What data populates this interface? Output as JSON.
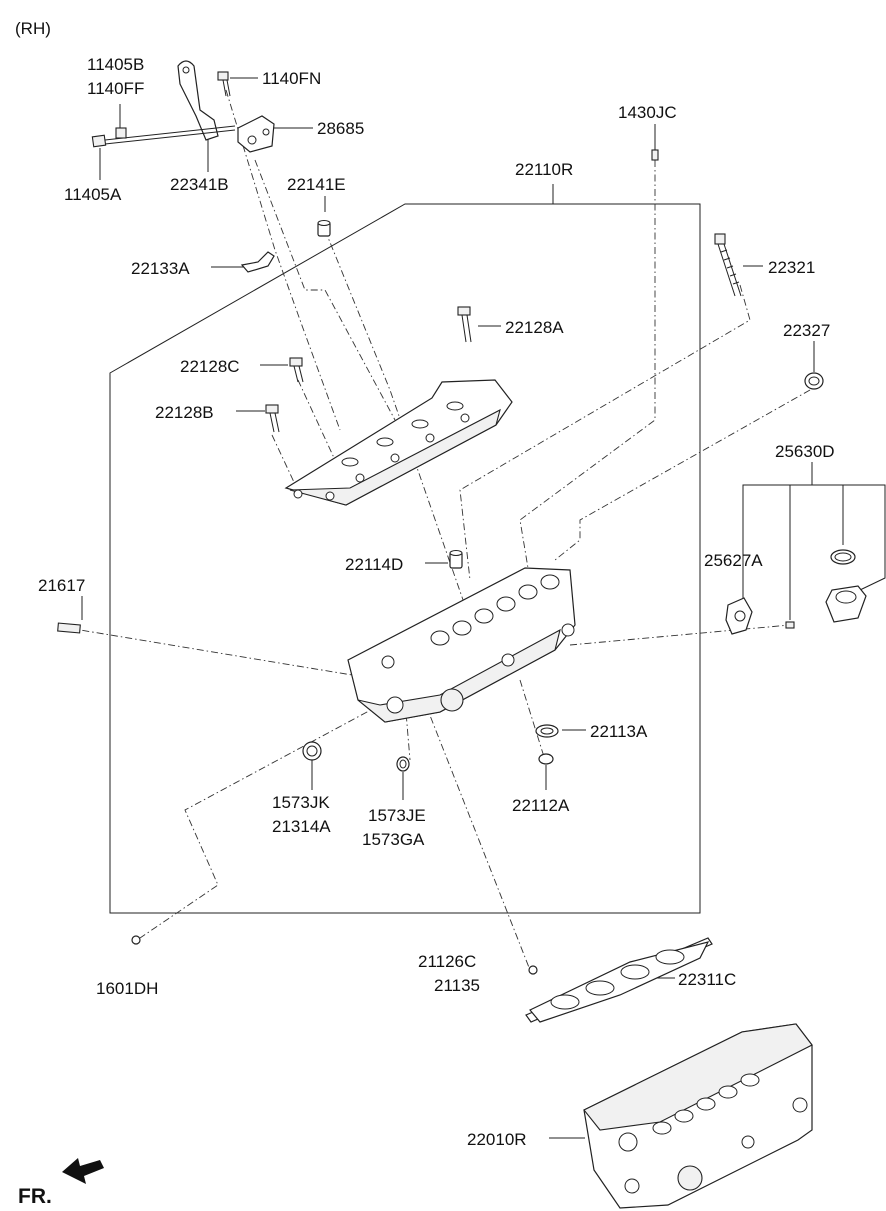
{
  "side_label": "(RH)",
  "direction_label": "FR.",
  "labels": {
    "l11405B": "11405B",
    "l1140FF": "1140FF",
    "l1140FN": "1140FN",
    "l28685": "28685",
    "l11405A": "11405A",
    "l22341B": "22341B",
    "l1430JC": "1430JC",
    "l22110R": "22110R",
    "l22141E": "22141E",
    "l22133A": "22133A",
    "l22321": "22321",
    "l22128A": "22128A",
    "l22327": "22327",
    "l22128C": "22128C",
    "l22128B": "22128B",
    "l25630D": "25630D",
    "l22114D": "22114D",
    "l25627A": "25627A",
    "l21617": "21617",
    "l22113A": "22113A",
    "l1573JK": "1573JK",
    "l21314A": "21314A",
    "l1573JE": "1573JE",
    "l1573GA": "1573GA",
    "l22112A": "22112A",
    "l21126C": "21126C",
    "l21135": "21135",
    "l22311C": "22311C",
    "l1601DH": "1601DH",
    "l22010R": "22010R"
  }
}
